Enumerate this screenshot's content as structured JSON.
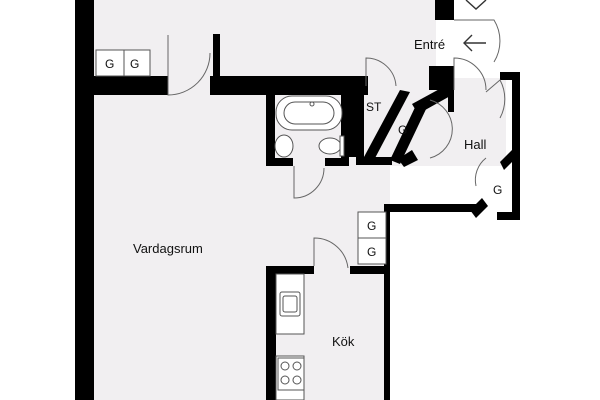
{
  "rooms": {
    "entre": "Entré",
    "hall": "Hall",
    "vardagsrum": "Vardagsrum",
    "kok": "Kök"
  },
  "storage": {
    "st": "ST",
    "g": "G"
  },
  "colors": {
    "wall": "#000000",
    "floor": "#f1eff1",
    "fixture_line": "#555555",
    "door_arc": "#666666",
    "cabinet_border": "#555555"
  },
  "icons": {
    "entrance": "arrow-left-icon",
    "entrance_top": "arrow-down-icon",
    "bathtub": "bathtub-icon",
    "sink": "washbasin-icon",
    "toilet": "toilet-icon",
    "kitchen_sink": "kitchen-sink-icon",
    "stove": "stove-icon"
  }
}
